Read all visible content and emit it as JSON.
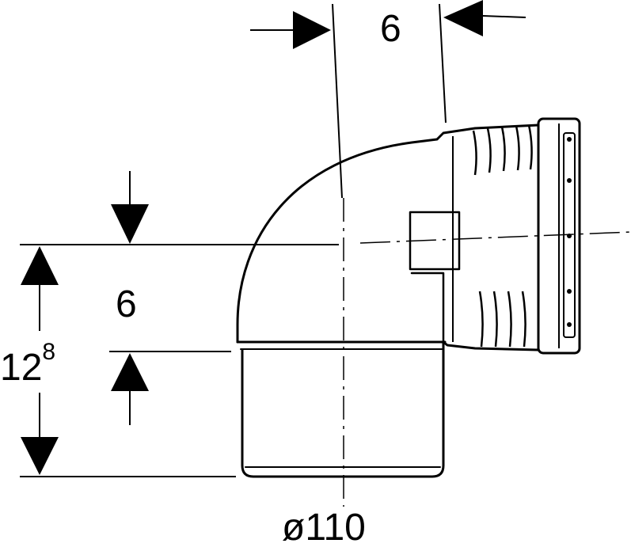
{
  "drawing": {
    "dimensions": {
      "top_offset": "6",
      "vertical_offset": "6",
      "total_height_base": "12",
      "total_height_sup": "8",
      "diameter": "ø110"
    }
  }
}
